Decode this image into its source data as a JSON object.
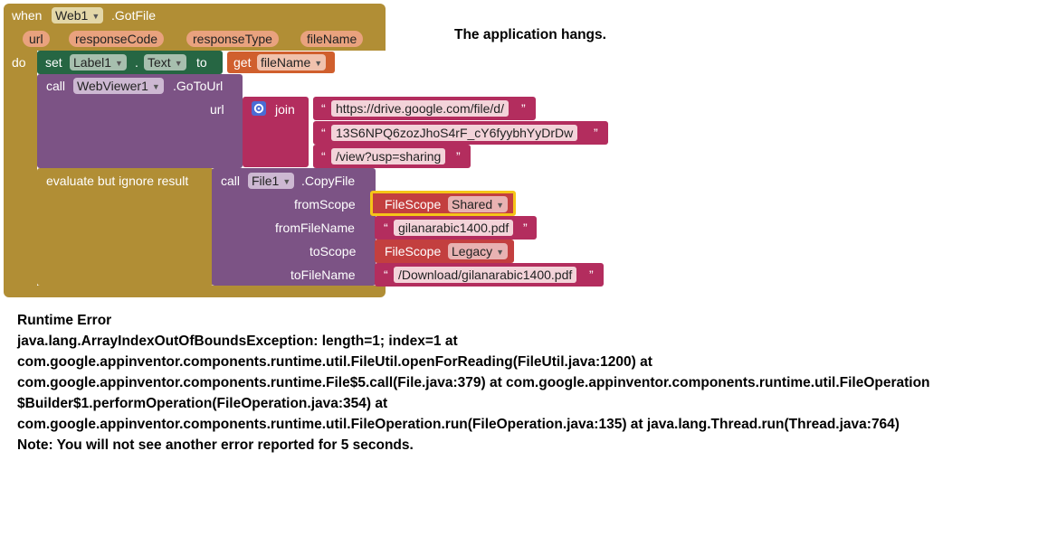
{
  "event_block": {
    "when": "when",
    "component": "Web1",
    "event": ".GotFile",
    "params": [
      "url",
      "responseCode",
      "responseType",
      "fileName"
    ],
    "do": "do"
  },
  "set_block": {
    "set": "set",
    "component": "Label1",
    "dot": ".",
    "property": "Text",
    "to": "to",
    "get": "get",
    "var": "fileName"
  },
  "goto_block": {
    "call": "call",
    "component": "WebViewer1",
    "method": ".GoToUrl",
    "arg_label": "url",
    "join": "join",
    "strings": [
      "https://drive.google.com/file/d/",
      "13S6NPQ6zozJhoS4rF_cY6fyybhYyDrDw",
      "/view?usp=sharing"
    ]
  },
  "evaluate_block": {
    "label": "evaluate but ignore result",
    "call": "call",
    "component": "File1",
    "method": ".CopyFile",
    "args": [
      {
        "label": "fromScope",
        "kind": "scope",
        "scope_label": "FileScope",
        "value": "Shared"
      },
      {
        "label": "fromFileName",
        "kind": "string",
        "value": "gilanarabic1400.pdf"
      },
      {
        "label": "toScope",
        "kind": "scope",
        "scope_label": "FileScope",
        "value": "Legacy"
      },
      {
        "label": "toFileName",
        "kind": "string",
        "value": "/Download/gilanarabic1400.pdf"
      }
    ]
  },
  "quote_open": "“",
  "quote_close": "”",
  "note": "The application hangs.",
  "error": {
    "lines": [
      "Runtime Error",
      "java.lang.ArrayIndexOutOfBoundsException: length=1; index=1 at",
      "com.google.appinventor.components.runtime.util.FileUtil.openForReading(FileUtil.java:1200) at",
      "com.google.appinventor.components.runtime.File$5.call(File.java:379) at com.google.appinventor.components.runtime.util.FileOperation",
      "$Builder$1.performOperation(FileOperation.java:354) at",
      "com.google.appinventor.components.runtime.util.FileOperation.run(FileOperation.java:135) at java.lang.Thread.run(Thread.java:764)",
      "Note: You will not see another error reported for 5 seconds."
    ]
  },
  "colors": {
    "event": "#b18e35",
    "set": "#266643",
    "variable": "#d05f2d",
    "component_call": "#7c5385",
    "text": "#b32d5e",
    "scope": "#c33f3f",
    "selected": "#f5c518"
  }
}
